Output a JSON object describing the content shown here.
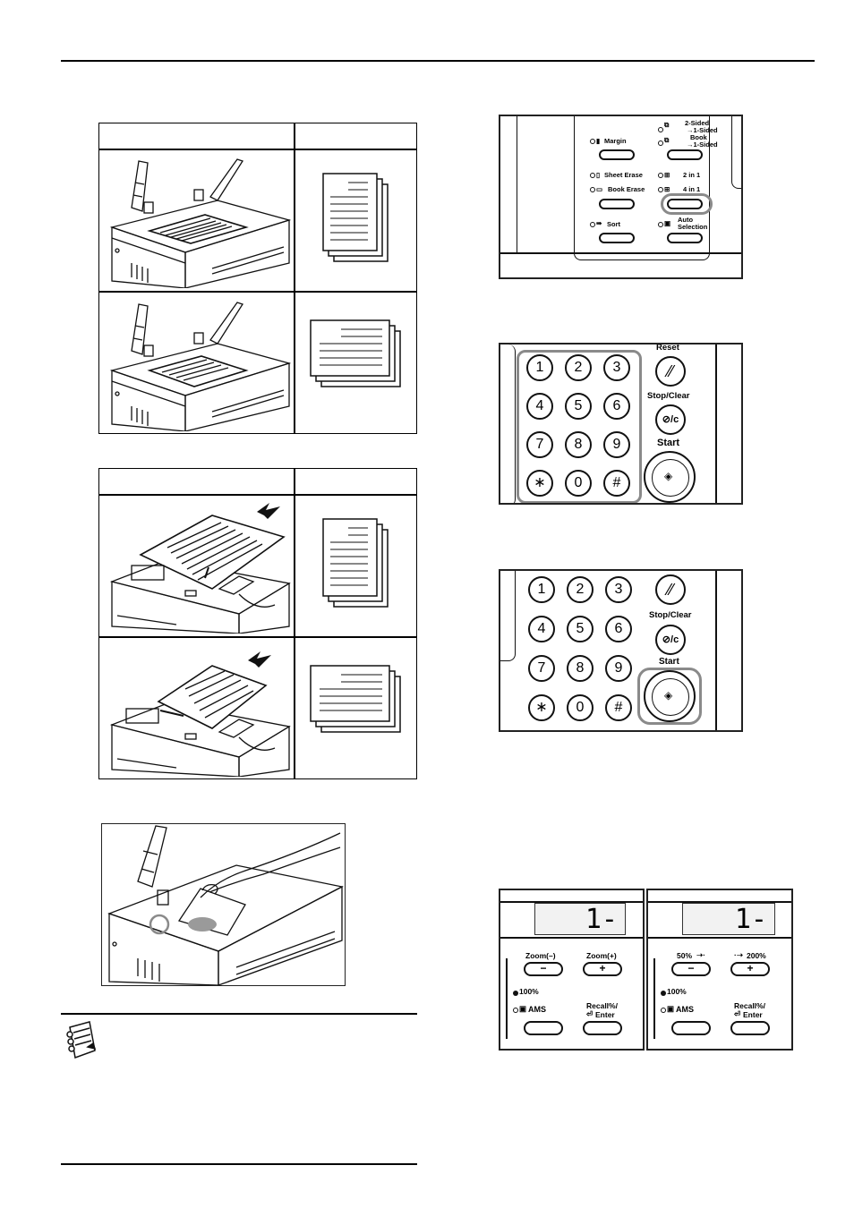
{
  "panel1": {
    "margin": "Margin",
    "two_sided": "2-Sided",
    "to_one_sided_a": "→1-Sided",
    "book": "Book",
    "to_one_sided_b": "→1-Sided",
    "sheet_erase": "Sheet Erase",
    "two_in_one": "2 in 1",
    "book_erase": "Book Erase",
    "four_in_one": "4 in 1",
    "sort": "Sort",
    "auto": "Auto",
    "selection": "Selection"
  },
  "keypad": {
    "keys": [
      "1",
      "2",
      "3",
      "4",
      "5",
      "6",
      "7",
      "8",
      "9",
      "∗",
      "0",
      "#"
    ],
    "reset": "Reset",
    "stop_clear": "Stop/Clear",
    "start": "Start",
    "clear_symbol": "⊘/c"
  },
  "keypad2": {
    "stop_clear": "Stop/Clear",
    "start": "Start"
  },
  "display_left": {
    "lcd": "1-",
    "zoom_minus": "Zoom(–)",
    "zoom_plus": "Zoom(+)",
    "minus_symbol": "−",
    "plus_symbol": "+",
    "hundred": "100%",
    "ams": "AMS",
    "recall": "Recall%/",
    "enter": "Enter"
  },
  "display_right": {
    "lcd": "1-",
    "fifty": "50%",
    "two_hundred": "200%",
    "minus_symbol": "−",
    "plus_symbol": "+",
    "hundred": "100%",
    "ams": "AMS",
    "recall": "Recall%/",
    "enter": "Enter"
  },
  "colors": {
    "highlight": "#8a8a8a",
    "ink": "#111111",
    "lcd_bg": "#f2f2f2"
  }
}
